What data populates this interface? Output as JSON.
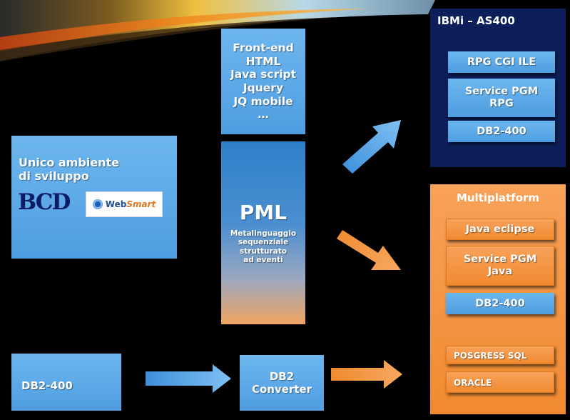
{
  "frontend": {
    "lines": [
      "Front-end",
      "HTML",
      "Java script",
      "Jquery",
      "JQ mobile",
      "…"
    ]
  },
  "pml": {
    "title": "PML",
    "lines": [
      "Metalinguaggio",
      "sequenziale",
      "strutturato",
      "ad eventi"
    ]
  },
  "unico": {
    "line1": "Unico ambiente",
    "line2": "di sviluppo"
  },
  "logos": {
    "bcd": "BCD",
    "websmart_web": "Web",
    "websmart_smart": "Smart"
  },
  "ibmi": {
    "title": "IBMi – AS400",
    "rpg": "RPG CGI ILE",
    "service_line1": "Service PGM",
    "service_line2": "RPG",
    "db2": "DB2-400"
  },
  "multi": {
    "title": "Multiplatform",
    "java": "Java eclipse",
    "service_line1": "Service PGM",
    "service_line2": "Java",
    "db2": "DB2-400",
    "posgress": "POSGRESS SQL",
    "oracle": "ORACLE"
  },
  "bottom": {
    "db2": "DB2-400",
    "converter_line1": "DB2",
    "converter_line2": "Converter"
  },
  "colors": {
    "blue": "#5aa8ea",
    "orange": "#f39441",
    "navy": "#0d1f5a",
    "background": "#000000"
  }
}
